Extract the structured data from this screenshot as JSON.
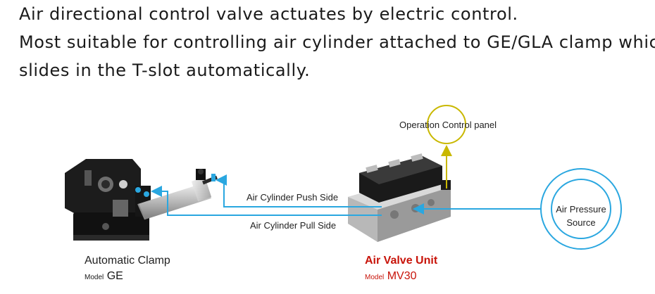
{
  "intro": {
    "line1": "Air directional control valve actuates by electric control.",
    "line2": "Most suitable for controlling air cylinder attached to GE/GLA clamp which",
    "line3": "slides in the T-slot automatically."
  },
  "diagram": {
    "operation_panel_label": "Operation Control panel",
    "air_source_label_line1": "Air Pressure",
    "air_source_label_line2": "Source",
    "push_side_label": "Air Cylinder Push Side",
    "pull_side_label": "Air Cylinder Pull Side",
    "clamp": {
      "title": "Automatic Clamp",
      "model_prefix": "Model",
      "model": "GE"
    },
    "valve": {
      "title": "Air Valve Unit",
      "model_prefix": "Model",
      "model": "MV30"
    }
  },
  "colors": {
    "air_line": "#2aa7e0",
    "control_line": "#c9b800",
    "accent_red": "#c8140a"
  }
}
